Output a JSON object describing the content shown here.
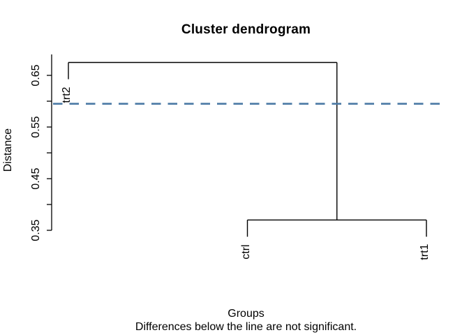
{
  "title": "Cluster dendrogram",
  "ylabel": "Distance",
  "xlabel": "Groups",
  "note": "Differences below the line are not significant.",
  "colors": {
    "background": "#ffffff",
    "line": "#000000",
    "text": "#000000",
    "threshold": "#4A79A5"
  },
  "chart_data": {
    "type": "dendrogram",
    "title": "Cluster dendrogram",
    "xlabel": "Groups",
    "ylabel": "Distance",
    "subtitle": "Differences below the line are not significant.",
    "leaves": [
      "trt2",
      "ctrl",
      "trt1"
    ],
    "tree": {
      "height": 0.675,
      "children": [
        {
          "leaf": "trt2"
        },
        {
          "height": 0.37,
          "children": [
            {
              "leaf": "ctrl"
            },
            {
              "leaf": "trt1"
            }
          ]
        }
      ]
    },
    "significance_line": {
      "value": 0.595,
      "style": "dashed",
      "color": "#4A79A5"
    },
    "yticks_labeled": [
      0.35,
      0.45,
      0.55,
      0.65
    ],
    "yticks_minor": [
      0.4,
      0.5,
      0.6
    ],
    "ylim": [
      0.33,
      0.69
    ],
    "grid": false,
    "legend": false
  }
}
